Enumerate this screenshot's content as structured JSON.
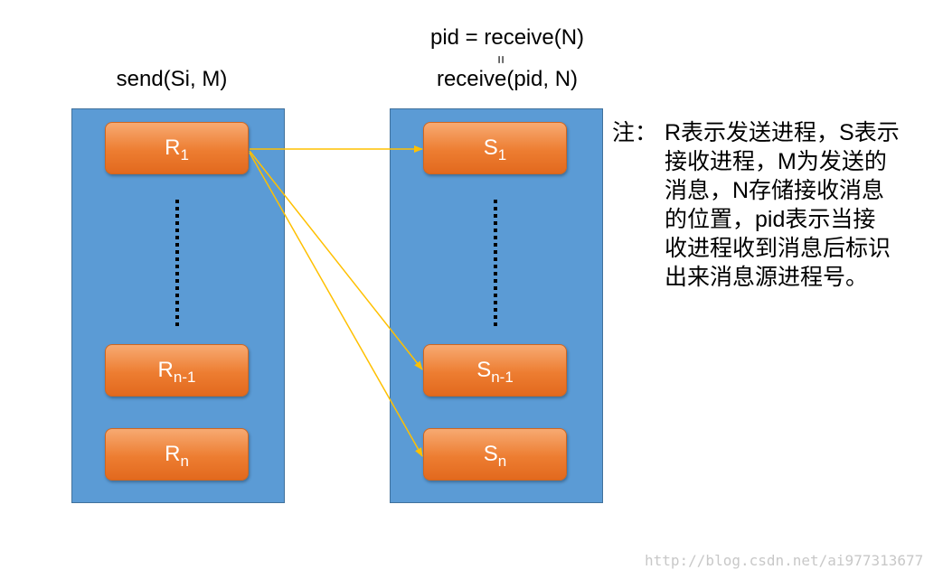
{
  "header": {
    "send_label": "send(Si, M)",
    "receive_top": "pid = receive(N)",
    "equals_sign": "=",
    "receive_bottom": "receive(pid, N)"
  },
  "senders": [
    {
      "label": "R",
      "sub": "1"
    },
    {
      "label": "R",
      "sub": "n-1"
    },
    {
      "label": "R",
      "sub": "n"
    }
  ],
  "receivers": [
    {
      "label": "S",
      "sub": "1"
    },
    {
      "label": "S",
      "sub": "n-1"
    },
    {
      "label": "S",
      "sub": "n"
    }
  ],
  "note": {
    "prefix": "注：",
    "lines": [
      "R表示发送进程，S表示",
      "接收进程，M为发送的",
      "消息，N存储接收消息",
      "的位置，pid表示当接",
      "收进程收到消息后标识",
      "出来消息源进程号。"
    ]
  },
  "watermark": "http://blog.csdn.net/ai977313677",
  "colors": {
    "process_group_fill": "#5B9BD5",
    "process_fill": "#ED7D31",
    "arrow": "#FFC000",
    "ellipsis_dots": "#000000"
  }
}
